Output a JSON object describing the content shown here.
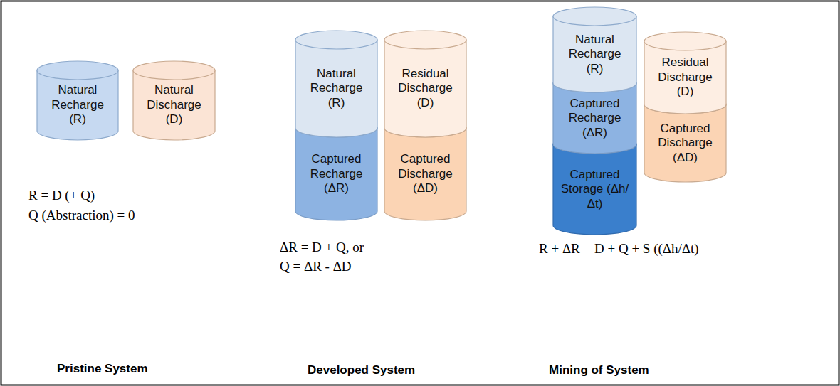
{
  "diagram": {
    "nodes": [
      {
        "text": [
          "Natural Recharge (R)"
        ]
      },
      {
        "text": [
          "Natural Discharge (D)"
        ]
      },
      {
        "text": [
          "Natural Recharge (R)"
        ]
      },
      {
        "text": [
          "Captured Recharge (ΔR)"
        ]
      },
      {
        "text": [
          "Residual Discharge (D)"
        ]
      },
      {
        "text": [
          "Captured Discharge (ΔD)"
        ]
      },
      {
        "text": [
          "Natural Recharge (R)"
        ]
      },
      {
        "text": [
          "Captured Recharge (ΔR)"
        ]
      },
      {
        "text": [
          "Captured Storage (Δh/Δt)"
        ]
      },
      {
        "text": [
          "Residual Discharge (D)"
        ]
      },
      {
        "text": [
          "Captured Discharge (ΔD)"
        ]
      }
    ],
    "labels": [
      "R = D (+ Q)",
      "Q (Abstraction) = 0",
      "Pristine System",
      "ΔR = D + Q, or",
      "Q = ΔR - ΔD",
      "Developed System",
      "R + ΔR = D + Q + S ((Δh/Δt)",
      "Mining of System"
    ]
  }
}
